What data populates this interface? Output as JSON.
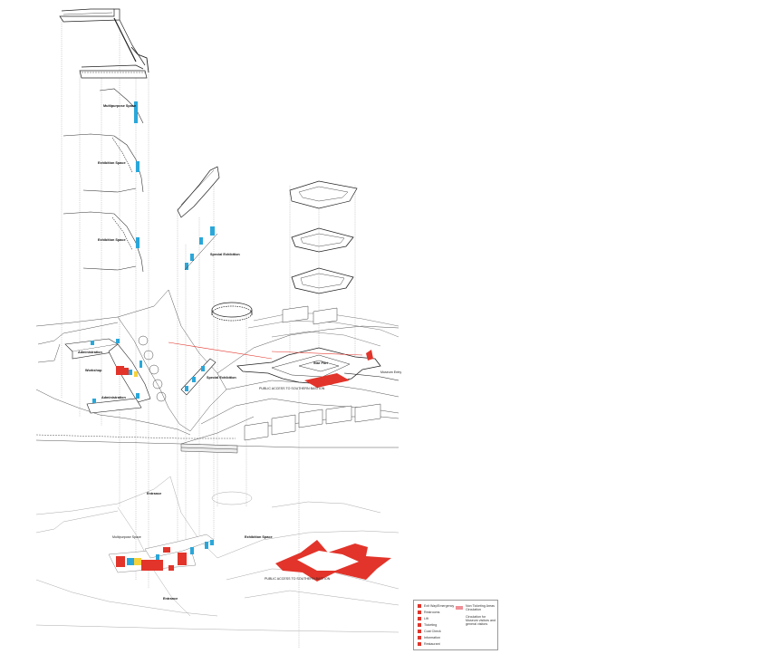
{
  "labels": {
    "multipurpose_space": "Multipurpose Space",
    "exhibition_space_1": "Exhibition Space",
    "exhibition_space_2": "Exhibition Space",
    "special_exhibition_1": "Special Exhibition",
    "administration_1": "Administration",
    "workshop": "Workshop",
    "administration_2": "Administration",
    "special_exhibition_2": "Special Exhibition",
    "public_access": "PUBLIC ACCESS TO SOUTHERN BASTION",
    "star_fort": "Star Fort",
    "museum_entry": "Museum Entry",
    "entrance_1": "Entrance",
    "entrance_2": "Entrance",
    "multipurpose_2": "Multipurpose Space",
    "public_access_2": "PUBLIC ACCESS TO SOUTHERN BASTION",
    "exhibition_space_3": "Exhibition Space"
  },
  "legend": {
    "items": [
      "Exit Way/Emergency",
      "Restrooms",
      "Lift",
      "Ticketing",
      "Coat Check",
      "Information",
      "Restaurant"
    ],
    "pink_item": "Non Ticketing Areas Circulation",
    "note": "Circulation for Museum visitors and general visitors"
  },
  "colors": {
    "accent_red": "#e2342a",
    "cyan": "#2aa7d9",
    "pink": "#f08f97",
    "line": "#333333"
  }
}
